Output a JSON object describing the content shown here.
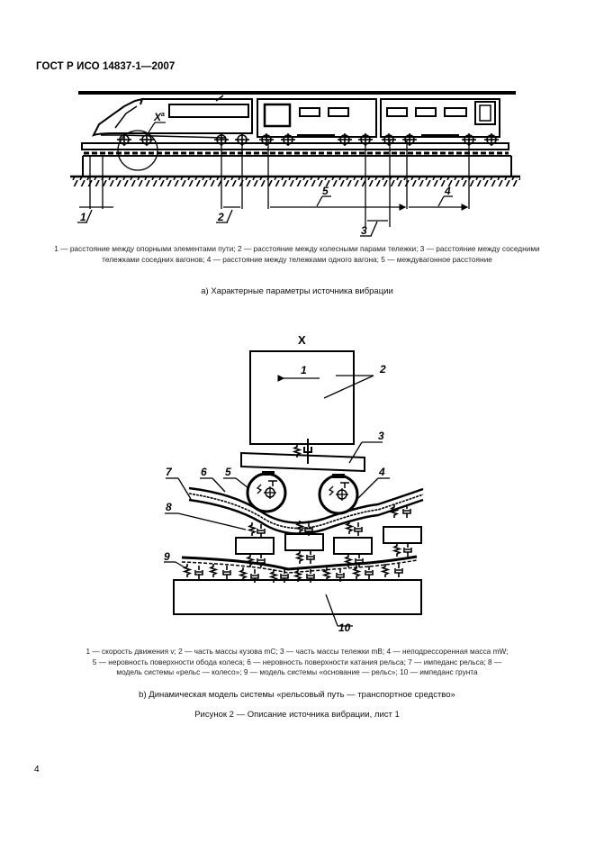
{
  "header": {
    "title": "ГОСТ Р ИСО 14837-1—2007"
  },
  "figure_a": {
    "marker": "X",
    "marker_superscript": "a",
    "dimension_labels": [
      "1",
      "2",
      "3",
      "4",
      "5"
    ],
    "legend": "1 — расстояние между опорными элементами пути; 2 — расстояние между колесными парами тележки; 3 — расстояние между соседними тележками соседних вагонов; 4 — расстояние между тележками одного вагона; 5 — междувагонное расстояние",
    "subcaption": "а) Характерные параметры источника вибрации"
  },
  "figure_b": {
    "marker": "X",
    "labels": [
      "1",
      "2",
      "3",
      "4",
      "5",
      "6",
      "7",
      "8",
      "9",
      "10"
    ],
    "legend_line1": "1 — скорость движения v; 2 — часть массы кузова mC; 3 — часть массы тележки mB; 4 — неподрессоренная масса mW;",
    "legend_line2": "5 — неровность поверхности обода колеса;  6 — неровность поверхности катания рельса; 7 — импеданс рельса; 8 —",
    "legend_line3": "модель системы «рельс — колесо»; 9 — модель системы «основание — рельс»; 10 — импеданс грунта",
    "subcaption": "b) Динамическая модель системы «рельсовый путь — транспортное средство»"
  },
  "figure_caption": "Рисунок 2 — Описание источника вибрации, лист 1",
  "page_number": "4"
}
